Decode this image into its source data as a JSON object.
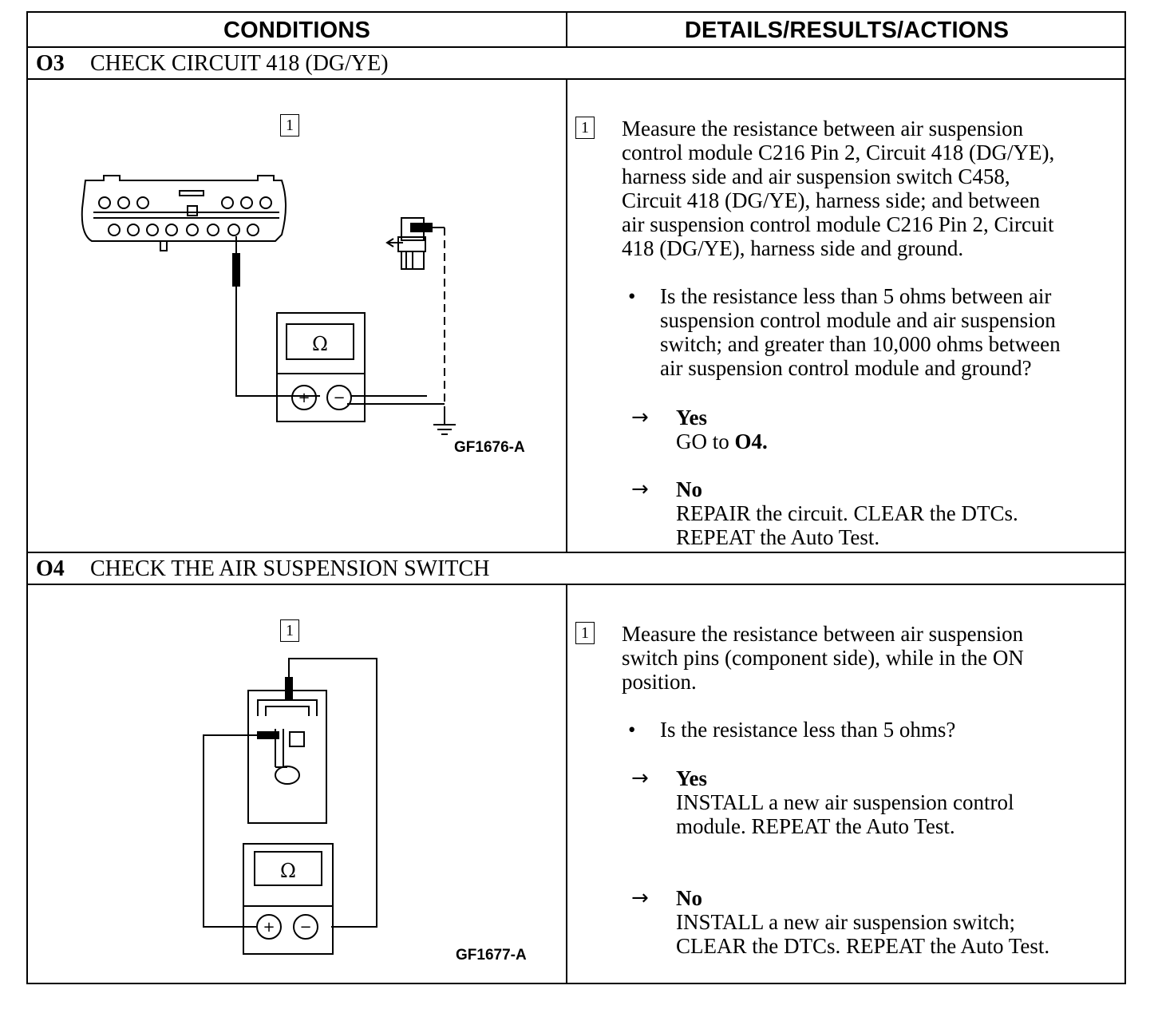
{
  "header": {
    "conditions": "CONDITIONS",
    "details": "DETAILS/RESULTS/ACTIONS"
  },
  "steps": [
    {
      "id": "O3",
      "title": "CHECK CIRCUIT 418 (DG/YE)",
      "figure_label": "GF1676-A",
      "box": "1",
      "meter_symbol": "Ω",
      "instruction": [
        "Measure the resistance between air suspension",
        "control module C216 Pin 2, Circuit 418 (DG/YE),",
        "harness side and air suspension switch C458,",
        "Circuit 418 (DG/YE), harness side; and between",
        "air suspension control module C216 Pin 2, Circuit",
        "418  (DG/YE), harness side and ground."
      ],
      "question": [
        "Is the resistance less than 5 ohms between air",
        "suspension control module and air suspension",
        "switch; and greater than 10,000 ohms between",
        "air suspension control module and ground?"
      ],
      "yes_label": "Yes",
      "yes_action_prefix": "GO to ",
      "yes_action_target": "O4.",
      "no_label": "No",
      "no_action": [
        "REPAIR the circuit. CLEAR the DTCs.",
        "REPEAT the Auto Test."
      ]
    },
    {
      "id": "O4",
      "title": "CHECK THE AIR SUSPENSION SWITCH",
      "figure_label": "GF1677-A",
      "box": "1",
      "meter_symbol": "Ω",
      "instruction": [
        "Measure the resistance between air suspension",
        "switch pins (component side), while in the ON",
        "position."
      ],
      "question": [
        "Is the resistance less than 5 ohms?"
      ],
      "yes_label": "Yes",
      "yes_action": [
        "INSTALL a new air suspension control",
        "module. REPEAT the Auto Test."
      ],
      "no_label": "No",
      "no_action": [
        "INSTALL a new air suspension switch;",
        "CLEAR  the DTCs. REPEAT the Auto Test."
      ]
    }
  ]
}
